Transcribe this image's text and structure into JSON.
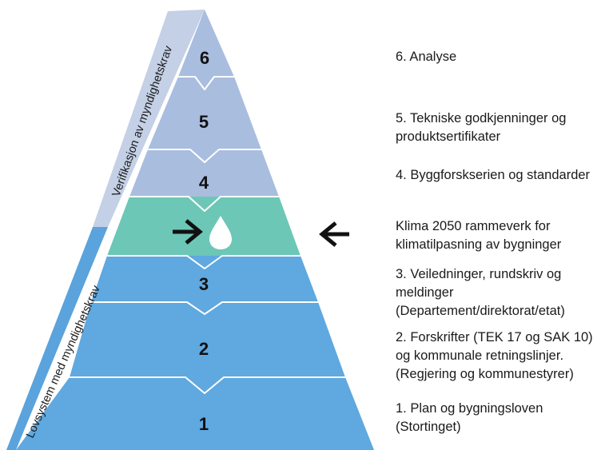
{
  "colors": {
    "upper": "#a9bddf",
    "upper_side": "#c4d0e6",
    "climate": "#6cc7b6",
    "lower": "#5fa8e0",
    "lower_side": "#5aa3dc",
    "divider": "#ffffff",
    "arrow": "#111111",
    "drop": "#ffffff"
  },
  "pyramid": {
    "levels": [
      {
        "number": "6",
        "description": "6. Analyse"
      },
      {
        "number": "5",
        "description": "5. Tekniske godkjenninger og\n produktsertifikater"
      },
      {
        "number": "4",
        "description": "4. Byggforskserien og standarder"
      },
      {
        "number": "",
        "description": "Klima 2050 rammeverk for\nklimatilpasning av bygninger"
      },
      {
        "number": "3",
        "description": "3. Veiledninger, rundskriv og\nmeldinger\n(Departement/direktorat/etat)"
      },
      {
        "number": "2",
        "description": "2. Forskrifter (TEK 17 og SAK 10)\nog kommunale retningslinjer.\n(Regjering og kommunestyrer)"
      },
      {
        "number": "1",
        "description": "1. Plan og bygningsloven\n(Stortinget)"
      }
    ],
    "side_labels": {
      "upper": "Verifikasjon av myndighetskrav",
      "lower": "Lovsystem med myndighetskrav"
    },
    "icons": [
      "arrow-right-icon",
      "water-drop-icon",
      "arrow-left-icon"
    ]
  }
}
